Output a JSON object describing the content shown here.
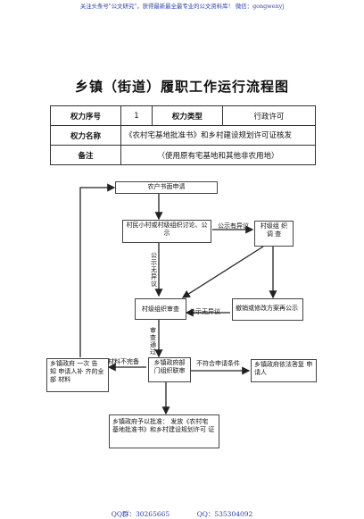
{
  "header": {
    "banner": "关注头条号\"公文研究\"，获得最新最全最专业的公文资料库！ 微信：gongwenyj"
  },
  "document": {
    "title": "乡镇（街道）履职工作运行流程图"
  },
  "info_table": {
    "power_no_label": "权力序号",
    "power_no_value": "1",
    "power_type_label": "权力类型",
    "power_type_value": "行政许可",
    "power_name_label": "权力名称",
    "power_name_value": "《农村宅基地批准书》和乡村建设规划许可证核发",
    "remark_label": "备注",
    "remark_value": "（使用原有宅基地和其他非农用地）"
  },
  "flowchart": {
    "n_apply": "农户书面申请",
    "n_discuss": "村民小村或村级组织讨论、公示",
    "n_org_survey": "村级组 织 调 查",
    "n_village_review": "村级组织审查",
    "n_revoke": "撤销或修改方案再公示",
    "n_town_review": "乡镇政府部 门组织联审",
    "n_notify": "乡镇政府 一次 告 知 申请人补 齐的全部 材料",
    "n_reply": "乡镇政府依法答复 申请人",
    "n_approve": "乡镇政府予以批准：  发放《农村宅 基地批准书》和乡村建设规划许可 证",
    "e_public_objection": "公示有异议",
    "e_public_no_objection": "公示无异议",
    "e_public_no_objection_2": "公示无异议",
    "e_review_pass": "审查通过",
    "e_incomplete": "材料不完备",
    "e_not_meet": "不符合申请条件"
  },
  "footer": {
    "qq_group": "QQ群：30265665",
    "qq": "QQ：535304092"
  }
}
